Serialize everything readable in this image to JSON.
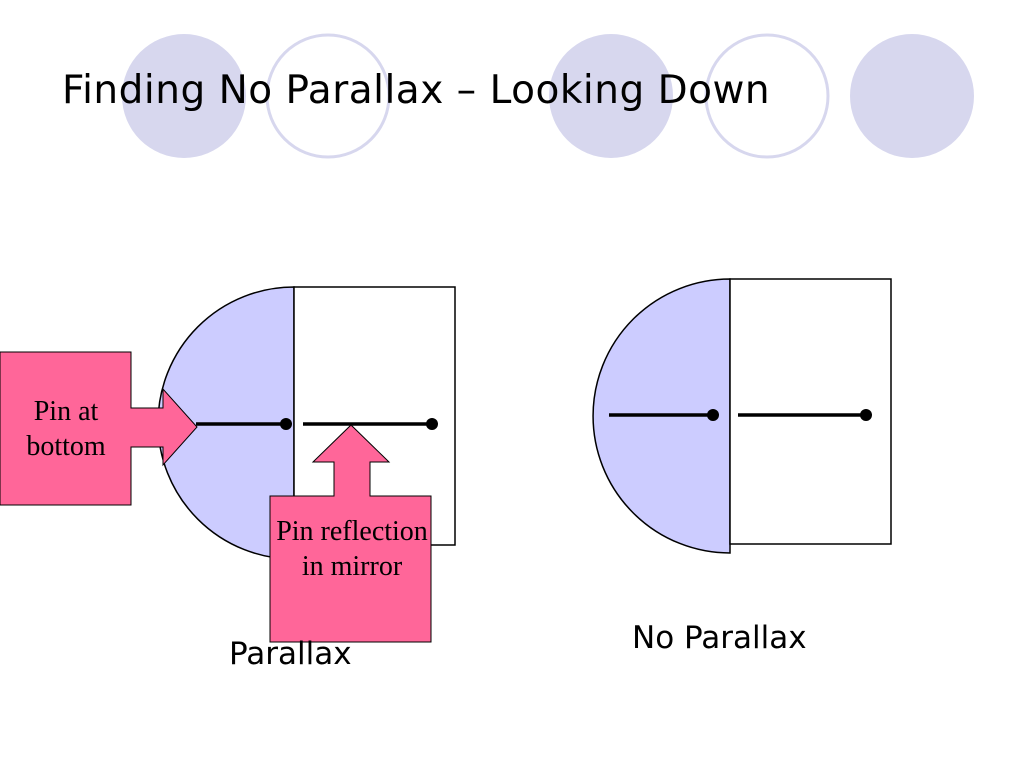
{
  "slide": {
    "title": "Finding No Parallax – Looking Down"
  },
  "diagrams": {
    "parallax": {
      "caption": "Parallax",
      "callout_pin": "Pin at bottom",
      "callout_reflection": "Pin reflection in mirror"
    },
    "no_parallax": {
      "caption": "No Parallax"
    }
  },
  "colors": {
    "mirror_fill": "#ccccff",
    "decor_circle": "#d7d7ee",
    "callout_fill": "#ff6699",
    "line": "#000000"
  }
}
